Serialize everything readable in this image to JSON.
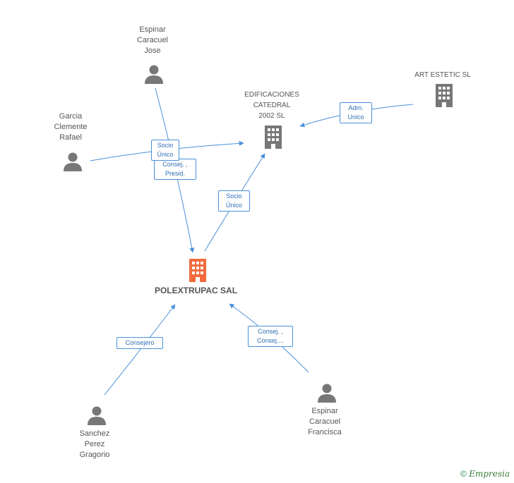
{
  "nodes": {
    "espinar_jose": "Espinar\nCaracuel\nJose",
    "garcia": "Garcia\nClemente\nRafael",
    "edificaciones": "EDIFICACIONES\nCATEDRAL\n2002 SL",
    "art_estetic": "ART ESTETIC SL",
    "polextrupac": "POLEXTRUPAC SAL",
    "sanchez": "Sanchez\nPerez\nGragorio",
    "espinar_francisca": "Espinar\nCaracuel\nFrancisca"
  },
  "edges": {
    "socio_unico_1": "Socio\nÚnico",
    "consej_presid": "Consej. ,\nPresid.",
    "socio_unico_2": "Socio\nÚnico",
    "adm_unico": "Adm.\nUnico",
    "consejero": "Consejero",
    "consej_consej": "Consej. ,\nConsej...."
  },
  "footer": {
    "copyright": "©",
    "brand": "Empresia"
  },
  "colors": {
    "edge": "#4a90d9",
    "icon": "#777777",
    "highlight": "#f26a3d"
  }
}
